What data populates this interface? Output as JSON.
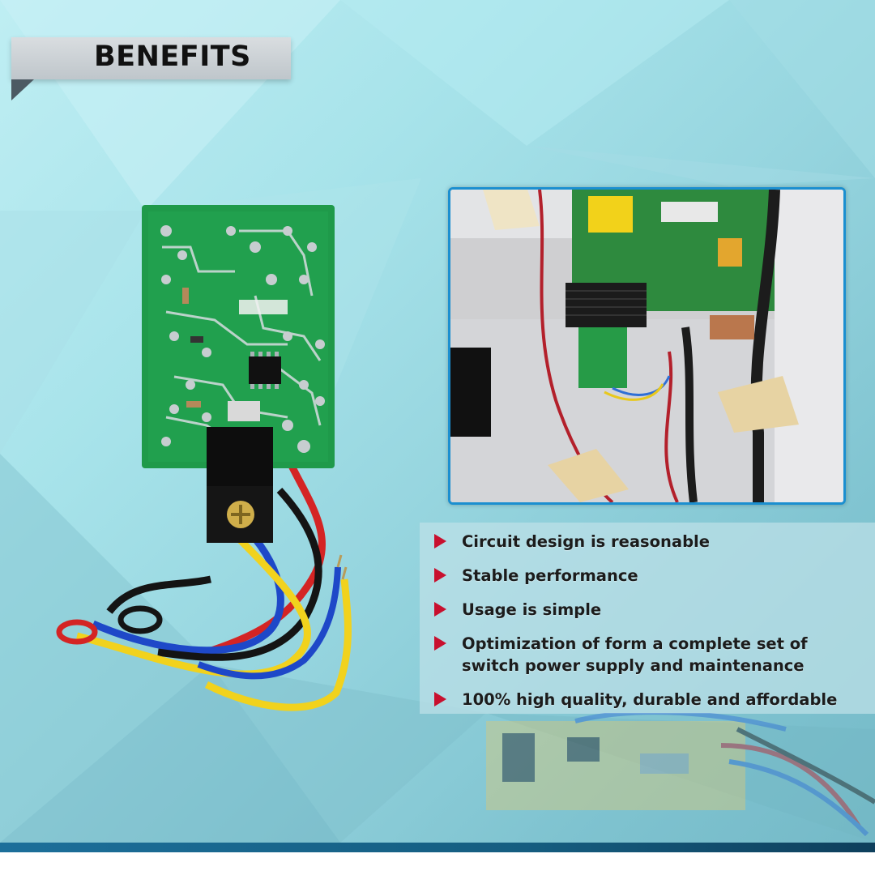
{
  "header": {
    "title": "BENEFITS"
  },
  "benefits": [
    "Circuit design is reasonable",
    "Stable performance",
    "Usage is simple",
    "Optimization of form a complete set of switch power supply and maintenance",
    "100% high quality, durable and affordable"
  ],
  "colors": {
    "accent_red": "#c8102e",
    "frame_blue": "#1b8fd0",
    "pcb_green": "#1f9a4a"
  },
  "icons": {
    "bullet": "triangle-right-icon"
  }
}
